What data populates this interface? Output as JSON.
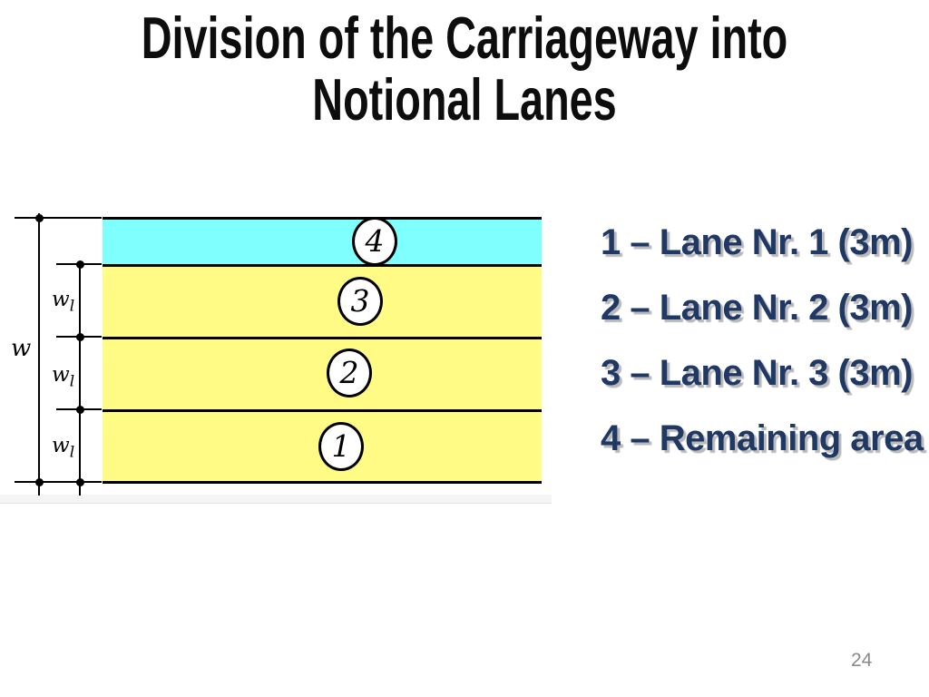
{
  "slide": {
    "title": [
      "Division of the Carriageway into",
      "Notional Lanes"
    ],
    "page_number": "24"
  },
  "diagram": {
    "total_width_label": "w",
    "lane_width_label": {
      "base": "w",
      "sub": "l"
    },
    "lanes": [
      {
        "number": "4",
        "fill": "cyan",
        "meaning": "Remaining area"
      },
      {
        "number": "3",
        "fill": "yellow",
        "meaning": "Lane Nr. 3"
      },
      {
        "number": "2",
        "fill": "yellow",
        "meaning": "Lane Nr. 2"
      },
      {
        "number": "1",
        "fill": "yellow",
        "meaning": "Lane Nr. 1"
      }
    ]
  },
  "legend": {
    "items": [
      "1 – Lane Nr. 1 (3m)",
      "2 – Lane Nr. 2 (3m)",
      "3 – Lane Nr. 3 (3m)",
      "4 – Remaining area"
    ]
  },
  "colors": {
    "lane_cyan": "#80FFFF",
    "lane_yellow": "#FFFB84",
    "legend_text": "#1F3864",
    "legend_shadow": "#B9B9B9",
    "title_text": "#0D0D0D",
    "page_number": "#8A8A8A"
  }
}
